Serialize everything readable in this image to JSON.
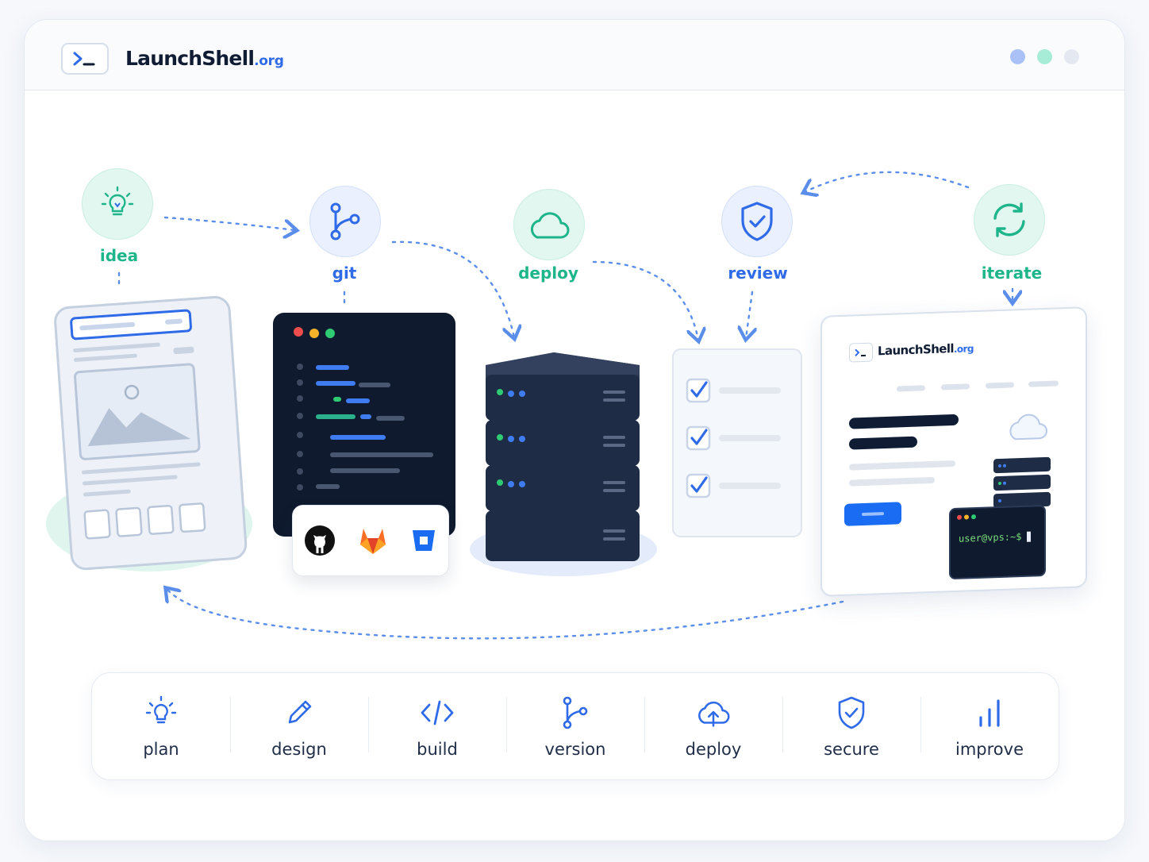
{
  "brand": {
    "name": "LaunchShell",
    "tld": ".org",
    "prompt_glyph": ">_"
  },
  "window_controls": [
    {
      "name": "blue-dot",
      "color": "#a9c1f6"
    },
    {
      "name": "green-dot",
      "color": "#a6ecd6"
    },
    {
      "name": "gray-dot",
      "color": "#e4e9f1"
    }
  ],
  "workflow": {
    "steps": [
      {
        "label": "idea",
        "icon": "lightbulb-icon",
        "color": "#1fb58a"
      },
      {
        "label": "git",
        "icon": "git-branch-icon",
        "color": "#2f6be8"
      },
      {
        "label": "deploy",
        "icon": "cloud-icon",
        "color": "#1fb58a"
      },
      {
        "label": "review",
        "icon": "shield-check-icon",
        "color": "#2f6be8"
      },
      {
        "label": "iterate",
        "icon": "refresh-icon",
        "color": "#1fb58a"
      }
    ],
    "git_hosts": [
      "github-icon",
      "gitlab-icon",
      "bitbucket-icon"
    ],
    "preview": {
      "brand_name": "LaunchShell",
      "brand_tld": ".org",
      "terminal_prompt": "user@vps:~$"
    }
  },
  "toolbar": {
    "items": [
      {
        "label": "plan",
        "icon": "lightbulb-icon"
      },
      {
        "label": "design",
        "icon": "pencil-icon"
      },
      {
        "label": "build",
        "icon": "code-icon"
      },
      {
        "label": "version",
        "icon": "git-branch-icon"
      },
      {
        "label": "deploy",
        "icon": "cloud-upload-icon"
      },
      {
        "label": "secure",
        "icon": "shield-check-icon"
      },
      {
        "label": "improve",
        "icon": "bar-chart-icon"
      }
    ]
  },
  "colors": {
    "accent_blue": "#2f6be8",
    "accent_green": "#1fb58a",
    "dark_navy": "#0f1c33",
    "server_dark": "#1f2c45"
  }
}
